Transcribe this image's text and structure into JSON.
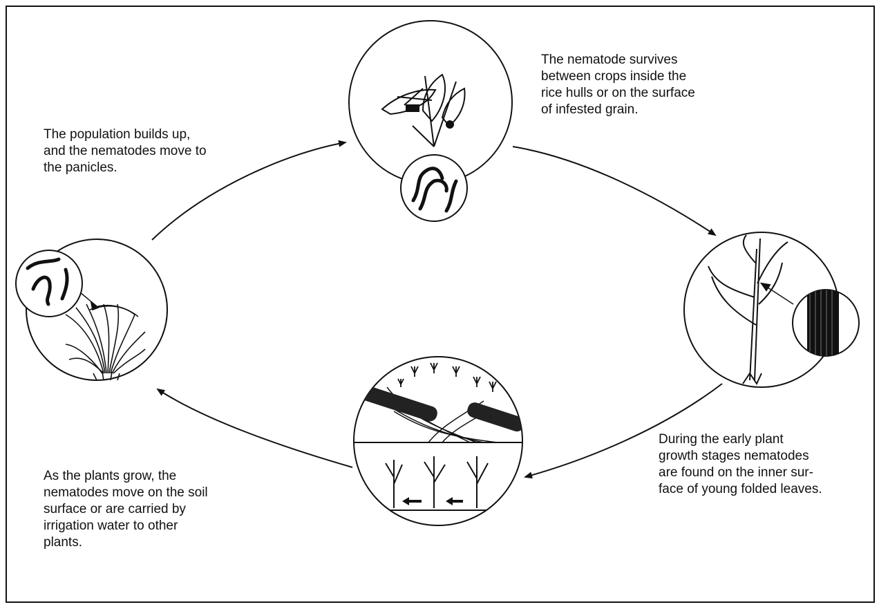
{
  "captions": {
    "survive": "The nematode survives\nbetween crops inside the\nrice hulls or on the surface\nof infested grain.",
    "buildup": "The population builds up,\nand the nematodes move to\nthe panicles.",
    "early": "During the early plant\ngrowth stages nematodes\nare found on the inner sur-\nface of young folded leaves.",
    "grow": "As the plants grow, the\nnematodes move on the soil\nsurface or are carried by\nirrigation water to other\nplants."
  },
  "colors": {
    "ink": "#111111",
    "background": "#ffffff"
  },
  "icons": {
    "top": "rice-grain-hulls",
    "right": "young-rice-plant",
    "bottom": "soil-and-water-movement",
    "left": "rice-plant-panicles",
    "inset": "nematode-worms"
  }
}
